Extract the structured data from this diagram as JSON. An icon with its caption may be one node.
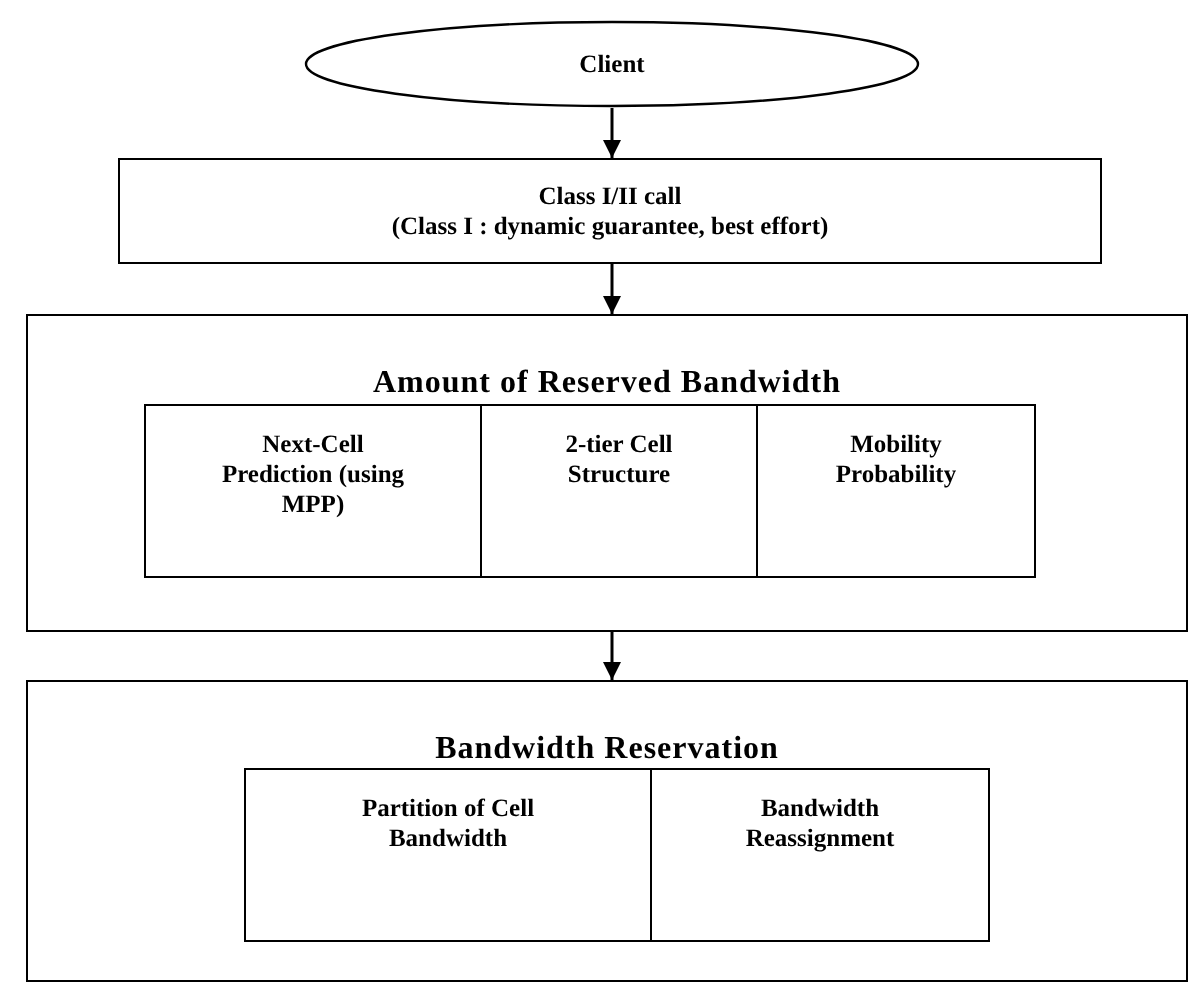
{
  "diagram": {
    "nodes": [
      {
        "text": [
          "Client"
        ]
      },
      {
        "text": [
          "Class I/II call",
          "(Class I : dynamic guarantee, best effort)"
        ]
      },
      {
        "text": [
          "Amount of Reserved Bandwidth"
        ]
      },
      {
        "text": [
          "Next-Cell Prediction (using MPP)"
        ],
        "in": 2
      },
      {
        "text": [
          "2-tier Cell Structure"
        ],
        "in": 2
      },
      {
        "text": [
          "Mobility Probability"
        ],
        "in": 2
      },
      {
        "text": [
          "Bandwidth Reservation"
        ]
      },
      {
        "text": [
          "Partition of Cell Bandwidth"
        ],
        "in": 6
      },
      {
        "text": [
          "Bandwidth Reassignment"
        ],
        "in": 6
      }
    ],
    "edges": [
      {
        "from": 0,
        "to": 1,
        "arrow": "to"
      },
      {
        "from": 1,
        "to": 2,
        "arrow": "to"
      },
      {
        "from": 2,
        "to": 6,
        "arrow": "to"
      }
    ]
  }
}
